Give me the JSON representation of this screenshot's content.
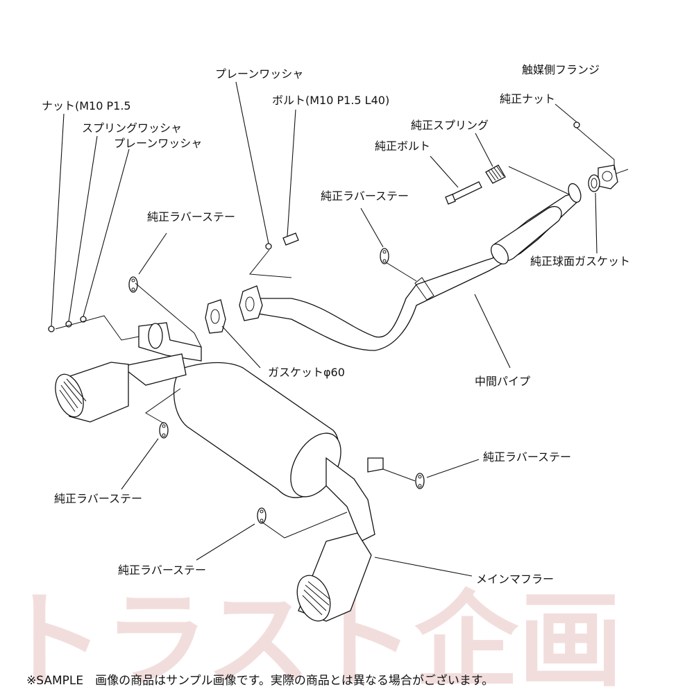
{
  "labels": {
    "nut_m10": "ナット(M10 P1.5",
    "spring_washer": "スプリングワッシャ",
    "plain_washer_left": "プレーンワッシャ",
    "plain_washer_top": "プレーンワッシャ",
    "bolt_m10": "ボルト(M10 P1.5 L40)",
    "catalyst_flange": "触媒側フランジ",
    "genuine_nut": "純正ナット",
    "genuine_spring": "純正スプリング",
    "genuine_bolt": "純正ボルト",
    "rubber_stay_mid": "純正ラバーステー",
    "rubber_stay_left": "純正ラバーステー",
    "spherical_gasket": "純正球面ガスケット",
    "gasket_60": "ガスケットφ60",
    "center_pipe": "中間パイプ",
    "rubber_stay_right": "純正ラバーステー",
    "rubber_stay_lower_left": "純正ラバーステー",
    "rubber_stay_bottom": "純正ラバーステー",
    "main_muffler": "メインマフラー"
  },
  "watermark": "トラスト企画",
  "sample_note": "※SAMPLE　画像の商品はサンプル画像です。実際の商品とは異なる場合がございます。",
  "colors": {
    "line": "#111111",
    "watermark": "#e8c2c2",
    "watermark_gray": "#d9d9d9"
  }
}
